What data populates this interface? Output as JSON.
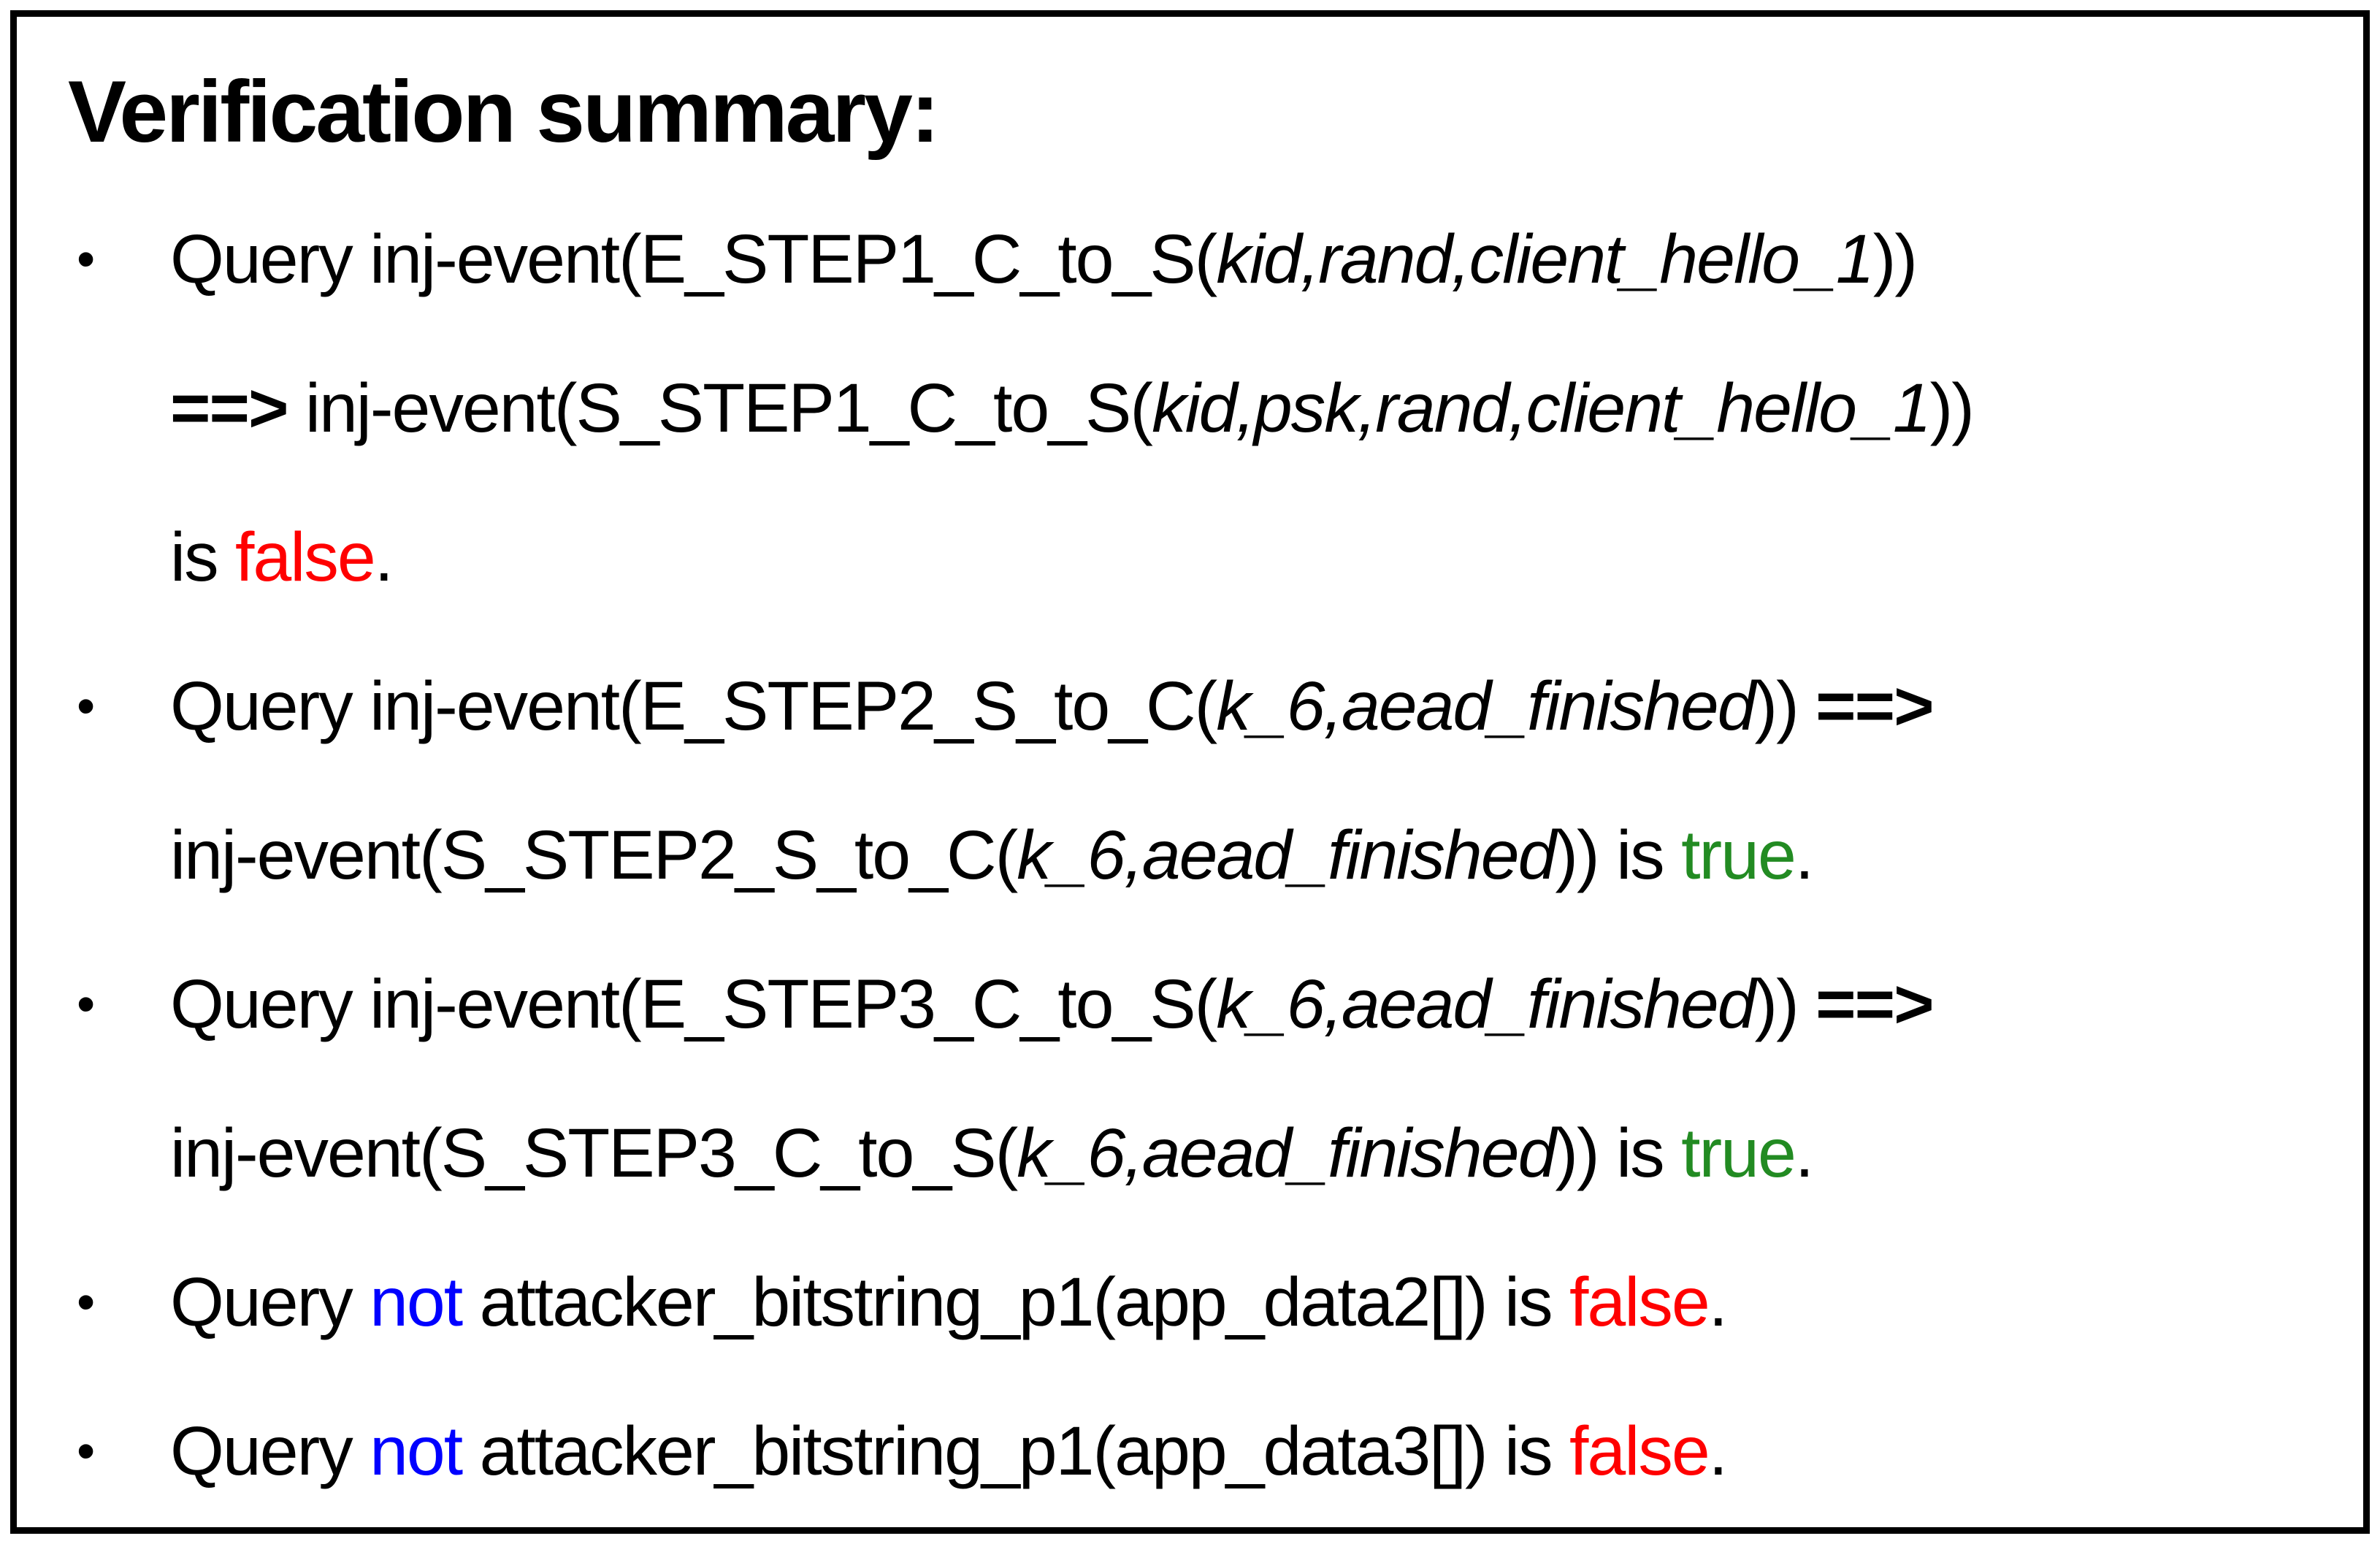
{
  "panel": {
    "title": "Verification summary:",
    "bullet_glyph": "•",
    "colors": {
      "red": "#ff0000",
      "green": "#228b22",
      "blue": "#0000ff",
      "text": "#000000",
      "border": "#000000",
      "background": "#ffffff"
    },
    "bullets": [
      {
        "lines": [
          [
            {
              "t": "Query inj-event(E_STEP1_C_to_S("
            },
            {
              "t": "kid,rand,client_hello_1",
              "style": "italic"
            },
            {
              "t": "))"
            }
          ],
          [
            {
              "t": "==> ",
              "style": "bold"
            },
            {
              "t": "inj-event(S_STEP1_C_to_S("
            },
            {
              "t": "kid,psk,rand,client_hello_1",
              "style": "italic"
            },
            {
              "t": "))"
            }
          ],
          [
            {
              "t": "is "
            },
            {
              "t": "false",
              "color": "red"
            },
            {
              "t": "."
            }
          ]
        ]
      },
      {
        "lines": [
          [
            {
              "t": "Query inj-event(E_STEP2_S_to_C("
            },
            {
              "t": "k_6,aead_finished",
              "style": "italic"
            },
            {
              "t": ")) "
            },
            {
              "t": "==>",
              "style": "bold"
            }
          ],
          [
            {
              "t": "inj-event(S_STEP2_S_to_C("
            },
            {
              "t": "k_6,aead_finished",
              "style": "italic"
            },
            {
              "t": ")) is "
            },
            {
              "t": "true",
              "color": "green"
            },
            {
              "t": "."
            }
          ]
        ]
      },
      {
        "lines": [
          [
            {
              "t": "Query inj-event(E_STEP3_C_to_S("
            },
            {
              "t": "k_6,aead_finished",
              "style": "italic"
            },
            {
              "t": ")) "
            },
            {
              "t": "==>",
              "style": "bold"
            }
          ],
          [
            {
              "t": "inj-event(S_STEP3_C_to_S("
            },
            {
              "t": "k_6,aead_finished",
              "style": "italic"
            },
            {
              "t": ")) is "
            },
            {
              "t": "true",
              "color": "green"
            },
            {
              "t": "."
            }
          ]
        ]
      },
      {
        "lines": [
          [
            {
              "t": "Query "
            },
            {
              "t": "not",
              "color": "blue"
            },
            {
              "t": " attacker_bitstring_p1(app_data2[]) is "
            },
            {
              "t": "false",
              "color": "red"
            },
            {
              "t": "."
            }
          ]
        ]
      },
      {
        "lines": [
          [
            {
              "t": "Query "
            },
            {
              "t": "not",
              "color": "blue"
            },
            {
              "t": " attacker_bitstring_p1(app_data3[]) is "
            },
            {
              "t": "false",
              "color": "red"
            },
            {
              "t": "."
            }
          ]
        ]
      }
    ]
  }
}
